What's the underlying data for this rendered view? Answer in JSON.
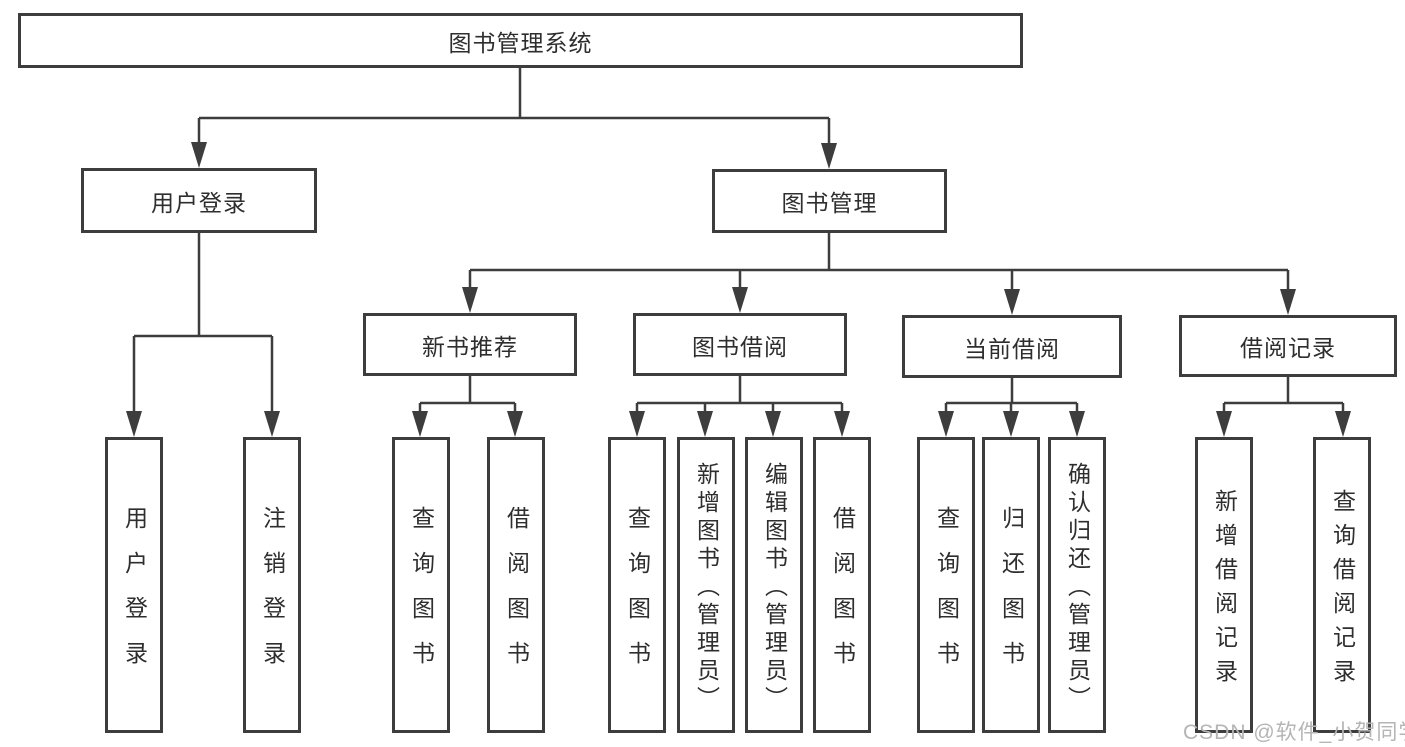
{
  "tree": {
    "root": "图书管理系统",
    "children": [
      {
        "label": "用户登录",
        "children": [
          "用户登录",
          "注销登录"
        ]
      },
      {
        "label": "图书管理",
        "children": [
          {
            "label": "新书推荐",
            "children": [
              "查询图书",
              "借阅图书"
            ]
          },
          {
            "label": "图书借阅",
            "children": [
              "查询图书",
              "新增图书（管理员）",
              "编辑图书（管理员）",
              "借阅图书"
            ]
          },
          {
            "label": "当前借阅",
            "children": [
              "查询图书",
              "归还图书",
              "确认归还（管理员）"
            ]
          },
          {
            "label": "借阅记录",
            "children": [
              "新增借阅记录",
              "查询借阅记录"
            ]
          }
        ]
      }
    ]
  },
  "watermark": {
    "text": "CSDN @软件_小贺同学"
  },
  "colors": {
    "line": "#3d3d3d",
    "text": "#2e2e2e",
    "background": "#ffffff",
    "watermark": "#b5b5b5"
  }
}
